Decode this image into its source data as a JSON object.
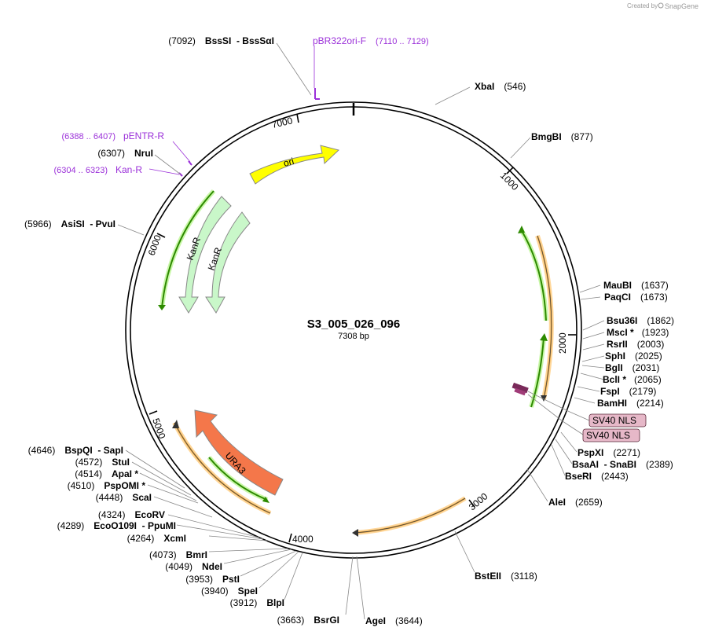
{
  "credit": {
    "created_by": "Created by",
    "brand": "SnapGene"
  },
  "plasmid": {
    "name": "S3_005_026_096",
    "length": "7308 bp"
  },
  "ticks": [
    "1000",
    "2000",
    "3000",
    "4000",
    "5000",
    "6000",
    "7000"
  ],
  "sites": [
    {
      "name": "XbaI",
      "pos": "(546)"
    },
    {
      "name": "BmgBI",
      "pos": "(877)"
    },
    {
      "name": "MauBI",
      "pos": "(1637)"
    },
    {
      "name": "PaqCI",
      "pos": "(1673)"
    },
    {
      "name": "Bsu36I",
      "pos": "(1862)"
    },
    {
      "name": "MscI *",
      "pos": "(1923)"
    },
    {
      "name": "RsrII",
      "pos": "(2003)"
    },
    {
      "name": "SphI",
      "pos": "(2025)"
    },
    {
      "name": "BglI",
      "pos": "(2031)"
    },
    {
      "name": "BclI *",
      "pos": "(2065)"
    },
    {
      "name": "FspI",
      "pos": "(2179)"
    },
    {
      "name": "BamHI",
      "pos": "(2214)"
    },
    {
      "name": "PspXI",
      "pos": "(2271)"
    },
    {
      "name": "BsaAI  - SnaBI",
      "pos": "(2389)"
    },
    {
      "name": "BseRI",
      "pos": "(2443)"
    },
    {
      "name": "AleI",
      "pos": "(2659)"
    },
    {
      "name": "BstEII",
      "pos": "(3118)"
    },
    {
      "name": "AgeI",
      "pos": "(3644)"
    },
    {
      "name": "BsrGI",
      "pos": "(3663)"
    },
    {
      "name": "BlpI",
      "pos": "(3912)"
    },
    {
      "name": "SpeI",
      "pos": "(3940)"
    },
    {
      "name": "PstI",
      "pos": "(3953)"
    },
    {
      "name": "NdeI",
      "pos": "(4049)"
    },
    {
      "name": "BmrI",
      "pos": "(4073)"
    },
    {
      "name": "XcmI",
      "pos": "(4264)"
    },
    {
      "name": "EcoO109I  - PpuMI",
      "pos": "(4289)"
    },
    {
      "name": "EcoRV",
      "pos": "(4324)"
    },
    {
      "name": "ScaI",
      "pos": "(4448)"
    },
    {
      "name": "PspOMI *",
      "pos": "(4510)"
    },
    {
      "name": "ApaI *",
      "pos": "(4514)"
    },
    {
      "name": "StuI",
      "pos": "(4572)"
    },
    {
      "name": "BspQI  - SapI",
      "pos": "(4646)"
    },
    {
      "name": "AsiSI  - PvuI",
      "pos": "(5966)"
    },
    {
      "name": "NruI",
      "pos": "(6307)"
    },
    {
      "name": "BssSI  - BssSαI",
      "pos": "(7092)"
    }
  ],
  "primers": [
    {
      "name": "pBR322ori-F",
      "range": "(7110 .. 7129)"
    },
    {
      "name": "pENTR-R",
      "range": "(6388 .. 6407)"
    },
    {
      "name": "Kan-R",
      "range": "(6304 .. 6323)"
    }
  ],
  "features": [
    {
      "name": "ori",
      "color": "#ffff00"
    },
    {
      "name": "KanR",
      "color": "#c9f7c9"
    },
    {
      "name": "KanR",
      "color": "#c9f7c9"
    },
    {
      "name": "URA3",
      "color": "#f4774a"
    },
    {
      "name": "SV40 NLS",
      "color": "#e6b8c8"
    },
    {
      "name": "SV40 NLS",
      "color": "#e6b8c8"
    }
  ],
  "colors": {
    "primer": "#9b30d9",
    "orf_green": "#2d8a00",
    "orf_orange": "#e8a33a"
  }
}
